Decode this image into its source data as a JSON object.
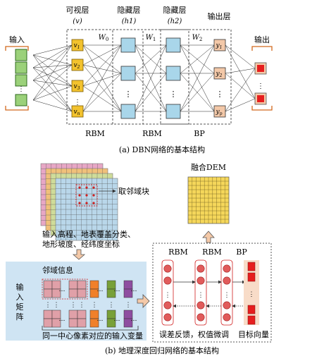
{
  "top": {
    "input_label": "输入",
    "output_label": "输出",
    "visible_layer": "可视层",
    "visible_sub": "(v)",
    "hidden1": "隐藏层",
    "hidden1_sub": "(h1)",
    "hidden2": "隐藏层",
    "hidden2_sub": "(h2)",
    "output_layer": "输出层",
    "w0": "W0",
    "w1": "W1",
    "w2": "W2",
    "v_nodes": [
      "v1",
      "v2",
      "v3",
      "vn"
    ],
    "y_nodes": [
      "y1",
      "y2",
      "yp"
    ],
    "rbm1": "RBM",
    "rbm2": "RBM",
    "bp": "BP",
    "caption": "(a) DBN网络的基本结构"
  },
  "bottom": {
    "neighborhood_block": "取邻域块",
    "fused_dem": "融合DEM",
    "input_desc_line1": "输入高程、地表覆盖分类、",
    "input_desc_line2": "地形坡度、经纬度坐标",
    "neighborhood_info": "邻域信息",
    "input_matrix": [
      "输",
      "入",
      "矩",
      "阵"
    ],
    "same_pixel_vars": "同一中心像素对应的输入变量",
    "rbm1": "RBM",
    "rbm2": "RBM",
    "bp": "BP",
    "feedback": "误差反馈，权值微调",
    "target_vector": "目标向量",
    "caption": "(b) 地理深度回归网络的基本结构"
  },
  "colors": {
    "input_green": "#9bd17a",
    "visible_yellow": "#f2c22e",
    "hidden_blue": "#a9d6ea",
    "output_tan": "#f3c8a8",
    "output_red": "#e61e1e",
    "bracket_orange": "#d2691e",
    "neuron_red": "#e15b5b",
    "grid_yellow": "#f5d75a",
    "matrix_bg": "#cfe4f3",
    "col_pink": "#e0a0a8",
    "col_orange": "#f0802a",
    "col_green": "#78a038",
    "col_purple": "#8e4da0"
  }
}
